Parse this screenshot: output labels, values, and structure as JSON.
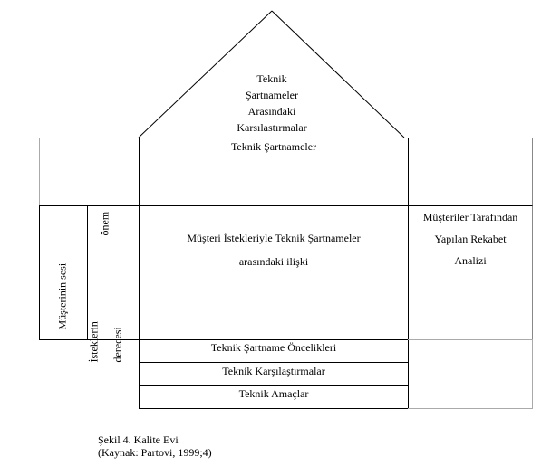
{
  "roof": {
    "lines": [
      "Teknik",
      "Şartnameler",
      "Arasındaki",
      "Karsılastırmalar"
    ]
  },
  "top_center": "Teknik Şartnameler",
  "left": {
    "voice": "Müşterinin sesi",
    "importance_line1": "İsteklerin",
    "importance_line2": "derecesi",
    "importance_word": "önem"
  },
  "center": {
    "line1": "Müşteri İstekleriyle Teknik Şartnameler",
    "line2": "arasındaki ilişki"
  },
  "right": {
    "line1": "Müşteriler Tarafından",
    "line2": "Yapılan Rekabet",
    "line3": "Analizi"
  },
  "bottom": [
    "Teknik Şartname Öncelikleri",
    "Teknik Karşılaştırmalar",
    "Teknik Amaçlar"
  ],
  "caption": {
    "line1": "Şekil 4. Kalite Evi",
    "line2": "(Kaynak: Partovi, 1999;4)"
  }
}
